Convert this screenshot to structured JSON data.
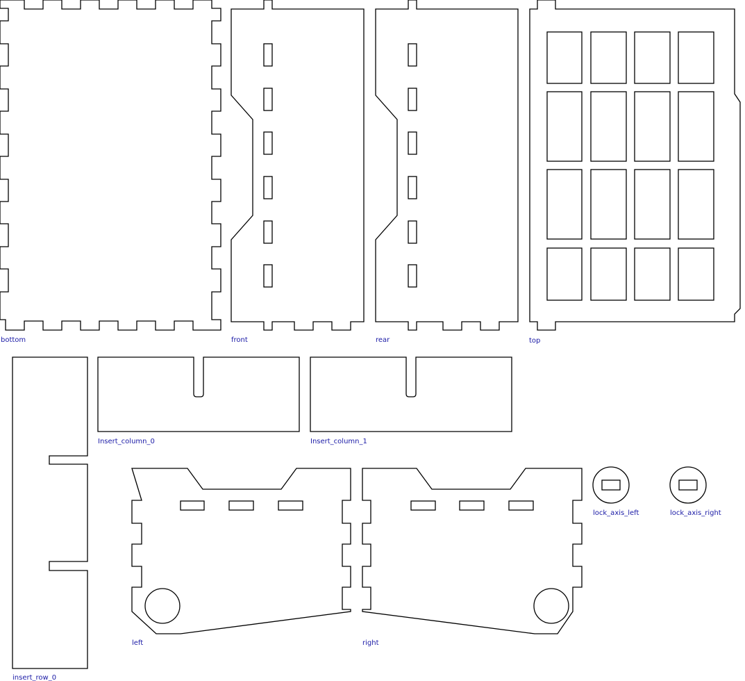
{
  "colors": {
    "line": "#000000",
    "label": "#1a1aa6",
    "background": "#ffffff"
  },
  "labels": {
    "bottom": "bottom",
    "front": "front",
    "rear": "rear",
    "top": "top",
    "insert_row_0": "insert_row_0",
    "insert_column_0": "Insert_column_0",
    "insert_column_1": "Insert_column_1",
    "left": "left",
    "right": "right",
    "lock_axis_left": "lock_axis_left",
    "lock_axis_right": "lock_axis_right"
  }
}
